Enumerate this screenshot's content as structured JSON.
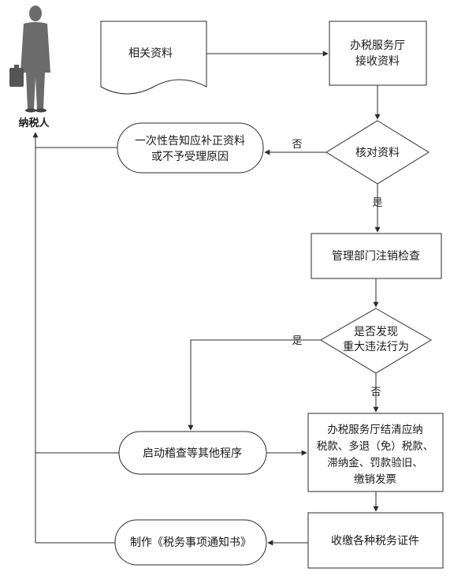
{
  "actor": {
    "label": "纳税人"
  },
  "nodes": {
    "related_docs": "相关资料",
    "hall_receive": [
      "办税服务厅",
      "接收资料"
    ],
    "verify_docs": "核对资料",
    "notify_supplement": [
      "一次性告知应补正资料",
      "或不予受理原因"
    ],
    "cancel_check": "管理部门注销检查",
    "major_violation": [
      "是否发现",
      "重大违法行为"
    ],
    "settle_taxes": [
      "办税服务厅结清应纳",
      "税款、多退（免）税款、",
      "滞纳金、罚款验旧、",
      "缴销发票"
    ],
    "start_inspection": "启动稽查等其他程序",
    "collect_certificates": "收缴各种税务证件",
    "issue_notice": "制作《税务事项通知书》"
  },
  "edge_labels": {
    "verify_no": "否",
    "verify_yes": "是",
    "violation_yes": "是",
    "violation_no": "否"
  },
  "colors": {
    "line": "#2b2b2b",
    "box_fill": "#ffffff",
    "person_fill": "#6b6b6b"
  }
}
